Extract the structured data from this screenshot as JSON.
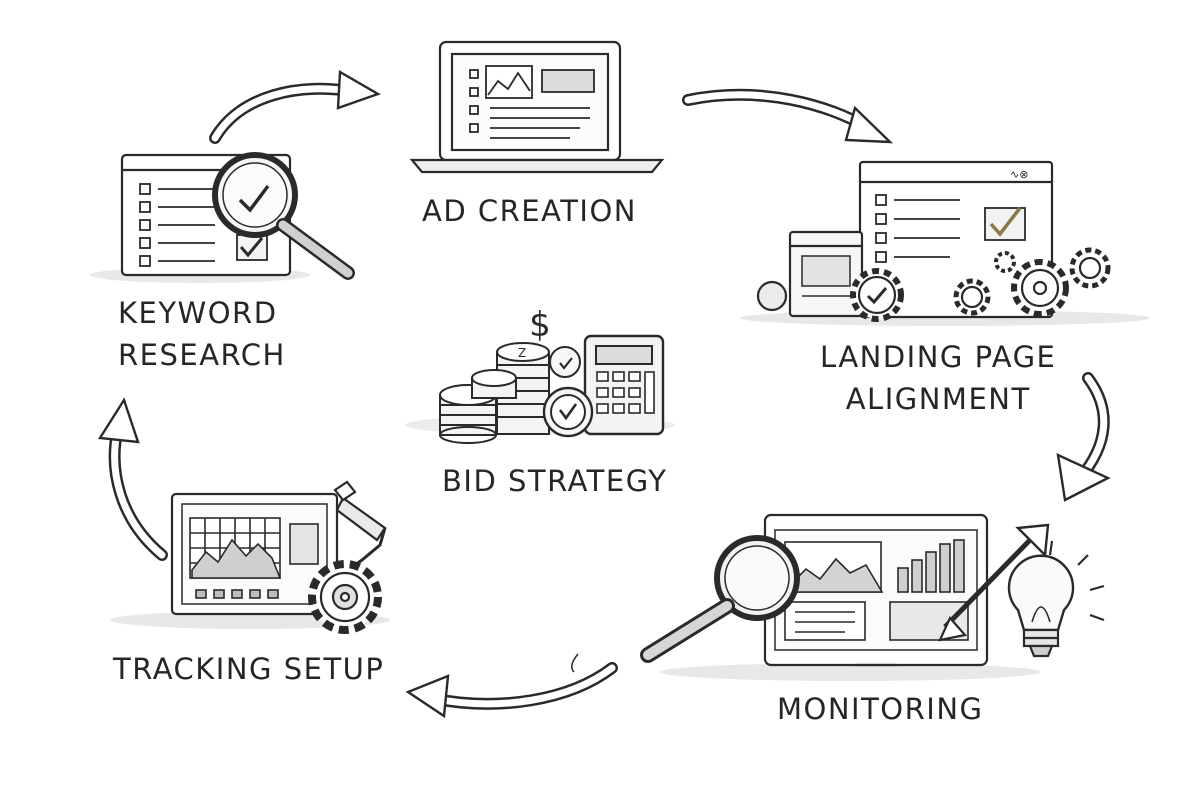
{
  "diagram": {
    "steps": [
      {
        "id": "keyword-research",
        "label_lines": [
          "Keyword",
          "Research"
        ],
        "icon": "laptop-checklist-magnifier-icon"
      },
      {
        "id": "ad-creation",
        "label_lines": [
          "Ad creation"
        ],
        "icon": "laptop-ad-mockup-icon"
      },
      {
        "id": "landing-page-alignment",
        "label_lines": [
          "Landing page",
          "alignment"
        ],
        "icon": "browser-window-gears-icon"
      },
      {
        "id": "monitoring",
        "label_lines": [
          "Monitoring"
        ],
        "icon": "monitor-chart-magnifier-lightbulb-icon"
      },
      {
        "id": "tracking-setup",
        "label_lines": [
          "Tracking setup"
        ],
        "icon": "monitor-chart-gear-icon"
      }
    ],
    "center": {
      "id": "bid-strategy",
      "label_lines": [
        "Bid strategy"
      ],
      "icon": "coins-calculator-icon",
      "symbol": "$"
    },
    "flow": "clockwise-cycle",
    "colors": {
      "ink": "#2a2a2a",
      "shade": "#d9d9d9",
      "paper": "#ffffff",
      "accent": "#8a7a4a"
    }
  }
}
